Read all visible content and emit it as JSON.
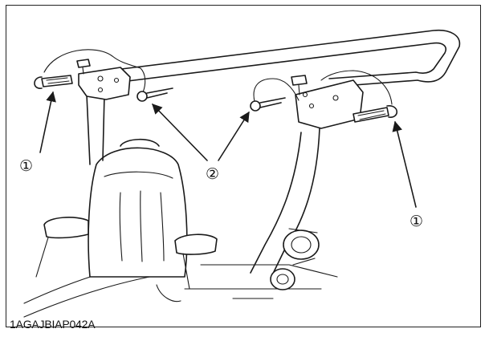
{
  "figure": {
    "code": "1AGAJBIAP042A",
    "callouts": [
      {
        "id": "c1-left",
        "label": "①"
      },
      {
        "id": "c2",
        "label": "②"
      },
      {
        "id": "c1-right",
        "label": "①"
      }
    ]
  }
}
